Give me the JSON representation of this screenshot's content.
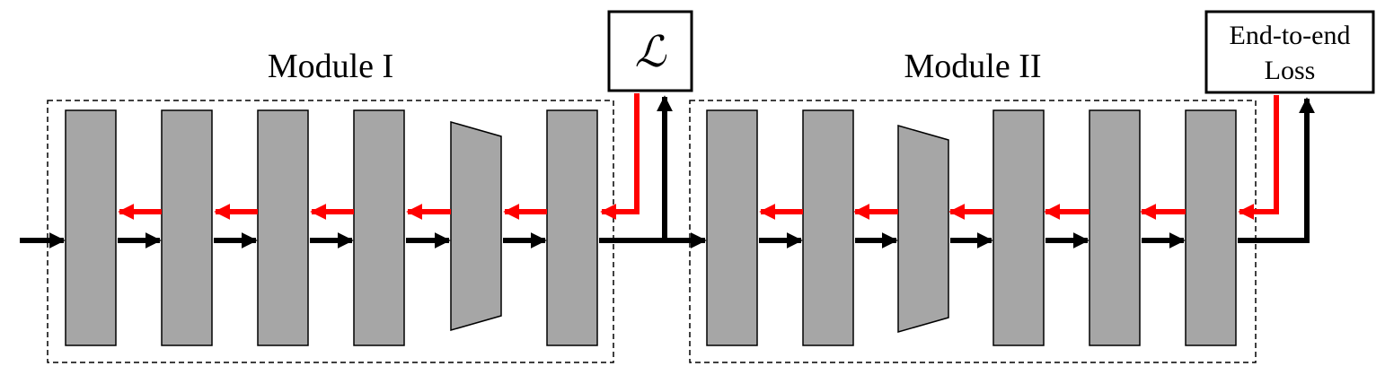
{
  "diagram": {
    "module_1": {
      "label": "Module I"
    },
    "module_2": {
      "label": "Module II"
    },
    "local_loss": {
      "symbol": "ℒ"
    },
    "end_loss": {
      "line1": "End-to-end",
      "line2": "Loss"
    }
  },
  "colors": {
    "block_fill": "#a6a6a6",
    "forward_arrow": "#000000",
    "backward_arrow": "#ff0000"
  }
}
